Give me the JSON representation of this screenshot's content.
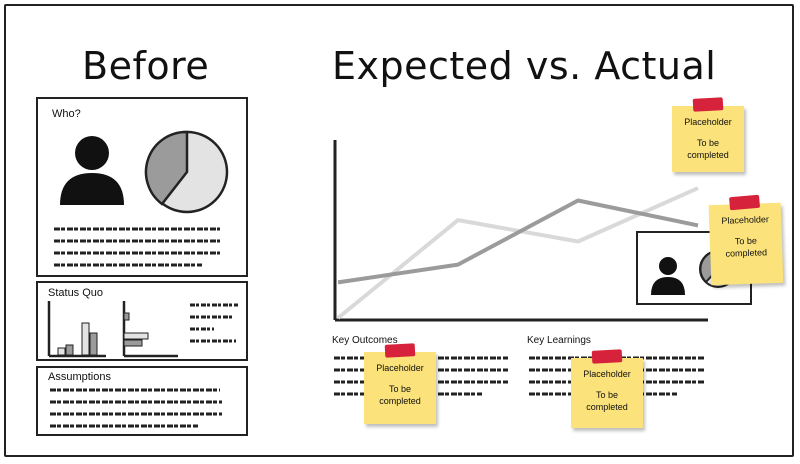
{
  "headings": {
    "before": "Before",
    "expected_actual": "Expected vs. Actual"
  },
  "before": {
    "who_label": "Who?",
    "status_quo_label": "Status Quo",
    "assumptions_label": "Assumptions"
  },
  "expected_actual": {
    "key_outcomes_label": "Key Outcomes",
    "key_learnings_label": "Key Learnings"
  },
  "sticky_notes": [
    {
      "title": "Placeholder",
      "body": "To be completed"
    },
    {
      "title": "Placeholder",
      "body": "To be completed"
    },
    {
      "title": "Placeholder",
      "body": "To be completed"
    },
    {
      "title": "Placeholder",
      "body": "To be completed"
    }
  ],
  "chart_data": {
    "type": "line",
    "title": "",
    "xlabel": "",
    "ylabel": "",
    "grid": false,
    "series": [
      {
        "values": [
          0,
          55,
          43,
          73
        ],
        "color": "#d9d9d9"
      },
      {
        "values": [
          20,
          30,
          66,
          52
        ],
        "color": "#9b9b9b"
      }
    ],
    "ylim": [
      0,
      100
    ]
  },
  "colors": {
    "sticky": "#fbe27a",
    "tape": "#d6223a",
    "ink": "#111111",
    "pie_dark": "#9b9b9b",
    "pie_light": "#e3e3e3"
  }
}
